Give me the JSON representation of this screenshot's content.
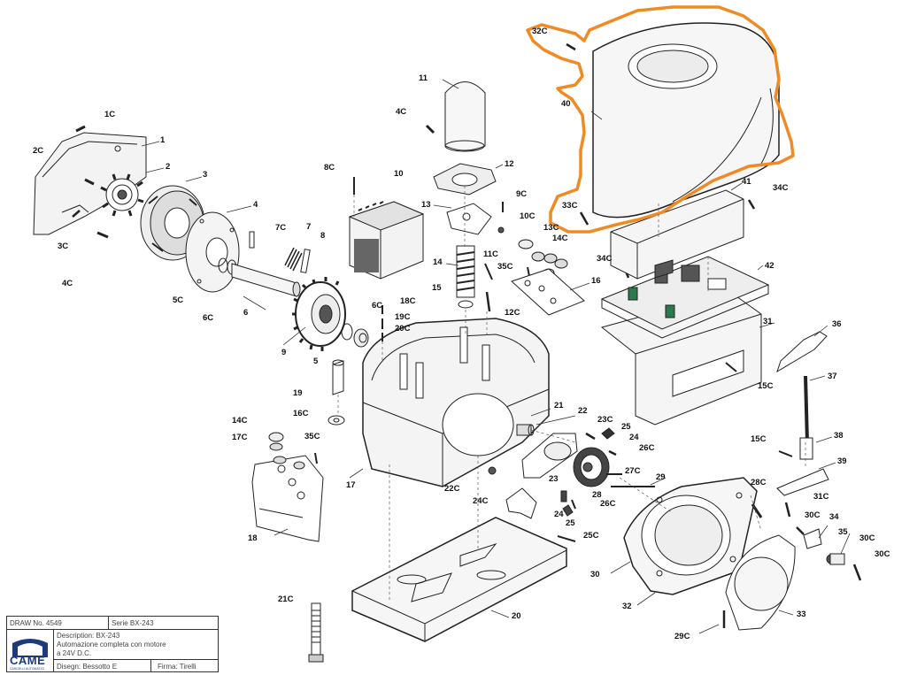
{
  "diagram": {
    "highlight_color": "#f08a24",
    "line_color": "#222222",
    "fill_light": "#f1f1f1",
    "fill_mid": "#d9d9d9",
    "fill_dark": "#555555"
  },
  "part_labels": [
    {
      "id": "1C",
      "text": "1C"
    },
    {
      "id": "2C",
      "text": "2C"
    },
    {
      "id": "1",
      "text": "1"
    },
    {
      "id": "2",
      "text": "2"
    },
    {
      "id": "3",
      "text": "3"
    },
    {
      "id": "3C",
      "text": "3C"
    },
    {
      "id": "4",
      "text": "4"
    },
    {
      "id": "4C",
      "text": "4C"
    },
    {
      "id": "4C-b",
      "text": "4C"
    },
    {
      "id": "5C",
      "text": "5C"
    },
    {
      "id": "6C",
      "text": "6C"
    },
    {
      "id": "7C",
      "text": "7C"
    },
    {
      "id": "7",
      "text": "7"
    },
    {
      "id": "8",
      "text": "8"
    },
    {
      "id": "8C",
      "text": "8C"
    },
    {
      "id": "6",
      "text": "6"
    },
    {
      "id": "6C-b",
      "text": "6C"
    },
    {
      "id": "9",
      "text": "9"
    },
    {
      "id": "5",
      "text": "5"
    },
    {
      "id": "10",
      "text": "10"
    },
    {
      "id": "11",
      "text": "11"
    },
    {
      "id": "12",
      "text": "12"
    },
    {
      "id": "13",
      "text": "13"
    },
    {
      "id": "9C",
      "text": "9C"
    },
    {
      "id": "10C",
      "text": "10C"
    },
    {
      "id": "13C",
      "text": "13C"
    },
    {
      "id": "14C",
      "text": "14C"
    },
    {
      "id": "11C",
      "text": "11C"
    },
    {
      "id": "35C",
      "text": "35C"
    },
    {
      "id": "14",
      "text": "14"
    },
    {
      "id": "15",
      "text": "15"
    },
    {
      "id": "12C",
      "text": "12C"
    },
    {
      "id": "16",
      "text": "16"
    },
    {
      "id": "18C",
      "text": "18C"
    },
    {
      "id": "19C",
      "text": "19C"
    },
    {
      "id": "20C",
      "text": "20C"
    },
    {
      "id": "19",
      "text": "19"
    },
    {
      "id": "16C",
      "text": "16C"
    },
    {
      "id": "14C-b",
      "text": "14C"
    },
    {
      "id": "17C",
      "text": "17C"
    },
    {
      "id": "35C-b",
      "text": "35C"
    },
    {
      "id": "17",
      "text": "17"
    },
    {
      "id": "18",
      "text": "18"
    },
    {
      "id": "21",
      "text": "21"
    },
    {
      "id": "22",
      "text": "22"
    },
    {
      "id": "23C",
      "text": "23C"
    },
    {
      "id": "25",
      "text": "25"
    },
    {
      "id": "24",
      "text": "24"
    },
    {
      "id": "26C",
      "text": "26C"
    },
    {
      "id": "27C",
      "text": "27C"
    },
    {
      "id": "23",
      "text": "23"
    },
    {
      "id": "28",
      "text": "28"
    },
    {
      "id": "22C",
      "text": "22C"
    },
    {
      "id": "24C",
      "text": "24C"
    },
    {
      "id": "24-b",
      "text": "24"
    },
    {
      "id": "26C-b",
      "text": "26C"
    },
    {
      "id": "25-b",
      "text": "25"
    },
    {
      "id": "25C",
      "text": "25C"
    },
    {
      "id": "29",
      "text": "29"
    },
    {
      "id": "28C",
      "text": "28C"
    },
    {
      "id": "30",
      "text": "30"
    },
    {
      "id": "32",
      "text": "32"
    },
    {
      "id": "33",
      "text": "33"
    },
    {
      "id": "29C",
      "text": "29C"
    },
    {
      "id": "21C",
      "text": "21C"
    },
    {
      "id": "20",
      "text": "20"
    },
    {
      "id": "32C",
      "text": "32C"
    },
    {
      "id": "40",
      "text": "40"
    },
    {
      "id": "33C",
      "text": "33C"
    },
    {
      "id": "41",
      "text": "41"
    },
    {
      "id": "34C",
      "text": "34C"
    },
    {
      "id": "34C-b",
      "text": "34C"
    },
    {
      "id": "42",
      "text": "42"
    },
    {
      "id": "31",
      "text": "31"
    },
    {
      "id": "36",
      "text": "36"
    },
    {
      "id": "15C",
      "text": "15C"
    },
    {
      "id": "37",
      "text": "37"
    },
    {
      "id": "15C-b",
      "text": "15C"
    },
    {
      "id": "38",
      "text": "38"
    },
    {
      "id": "39",
      "text": "39"
    },
    {
      "id": "31C",
      "text": "31C"
    },
    {
      "id": "30C",
      "text": "30C"
    },
    {
      "id": "34",
      "text": "34"
    },
    {
      "id": "35",
      "text": "35"
    },
    {
      "id": "30C-b",
      "text": "30C"
    },
    {
      "id": "30C-c",
      "text": "30C"
    }
  ],
  "title_block": {
    "draw_no": "DRAW No. 4549",
    "serie": "Serie BX-243",
    "description_line1": "Description: BX-243",
    "description_line2": "Automazione completa con motore",
    "description_line3": "a 24V D.C.",
    "disegnato": "Disegn: Bessotto E",
    "firma": "Firma: Tirelli",
    "logo_text": "CAME",
    "logo_sub": "CANCELLI AUTOMATICI",
    "logo_color": "#1d3a7a"
  }
}
